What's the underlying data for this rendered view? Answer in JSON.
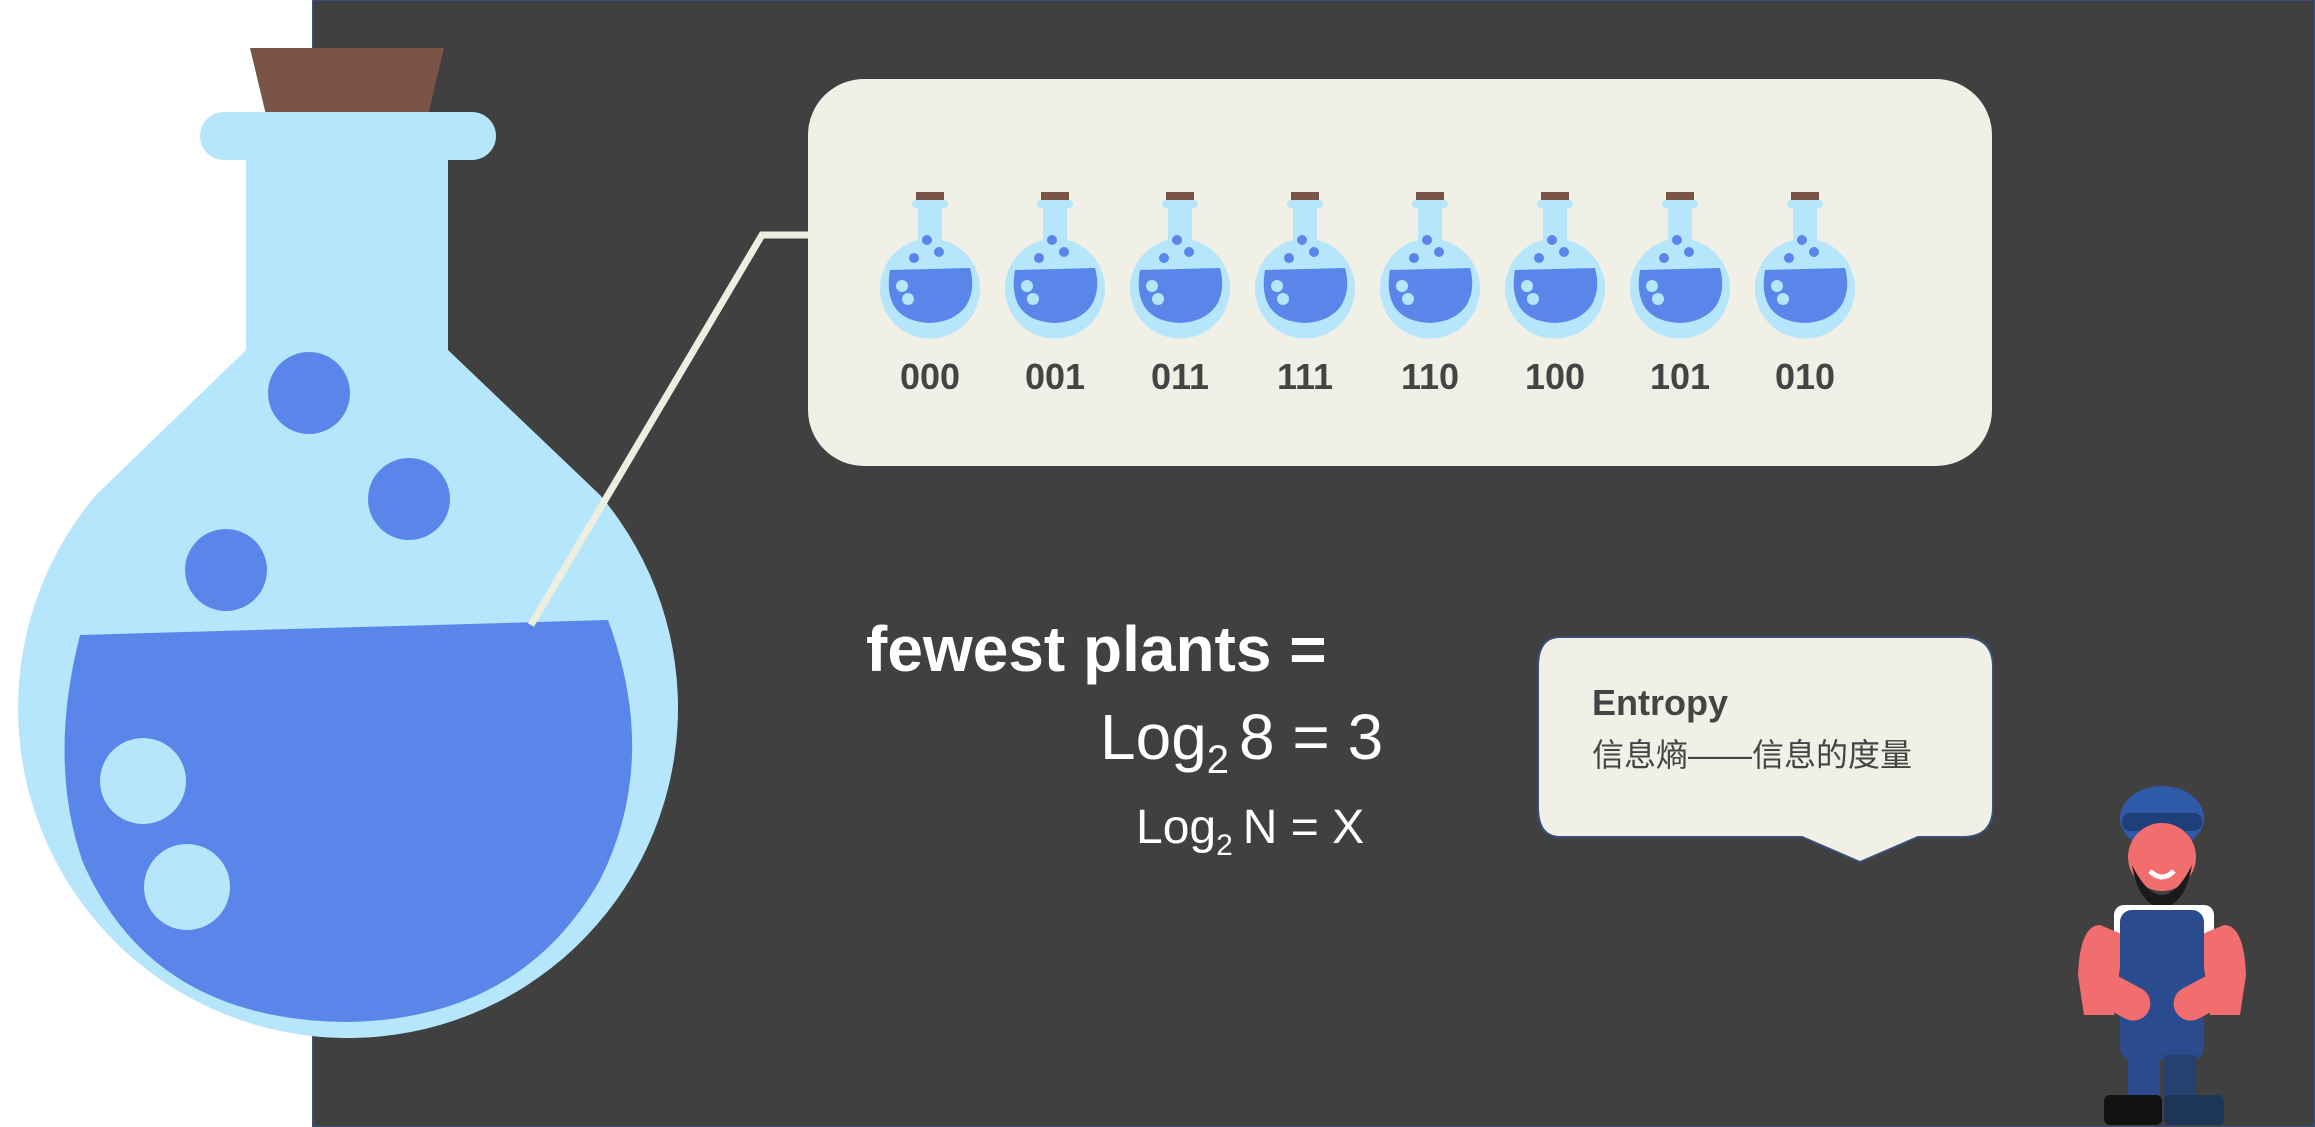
{
  "codes": [
    "000",
    "001",
    "011",
    "111",
    "110",
    "100",
    "101",
    "010"
  ],
  "formula": {
    "line1": "fewest plants =",
    "line2_log": "Log",
    "line2_base": "2",
    "line2_rest": "8 = 3",
    "line3_log": "Log",
    "line3_base": "2",
    "line3_rest": "N = X"
  },
  "bubble": {
    "title": "Entropy",
    "subtitle": "信息熵——信息的度量"
  },
  "colors": {
    "background": "#404040",
    "flask_glass": "#b5e6fb",
    "liquid": "#5a86ea",
    "cork": "#7a5446",
    "panel": "#f1f0e6"
  },
  "icons": {
    "big_flask": "flask-icon",
    "small_flask": "small-flask-icon",
    "character": "worker-character-icon"
  }
}
